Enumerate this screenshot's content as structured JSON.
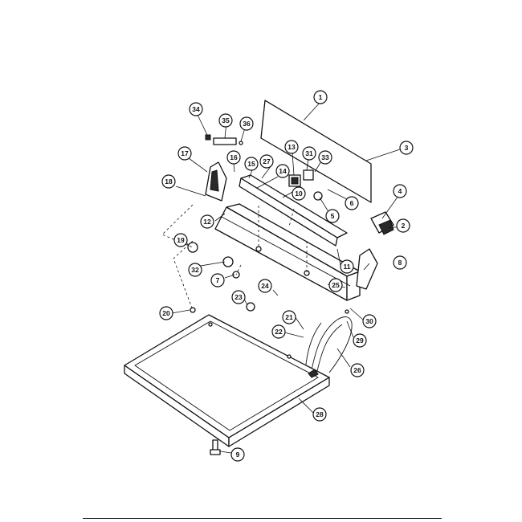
{
  "diagram": {
    "callouts": [
      "1",
      "2",
      "3",
      "4",
      "5",
      "6",
      "7",
      "8",
      "9",
      "10",
      "11",
      "12",
      "13",
      "14",
      "15",
      "16",
      "17",
      "18",
      "19",
      "20",
      "21",
      "22",
      "23",
      "24",
      "25",
      "26",
      "27",
      "28",
      "29",
      "30",
      "31",
      "32",
      "33",
      "34",
      "35",
      "36"
    ],
    "styles": {
      "line_color": "#111111",
      "background": "#ffffff"
    }
  }
}
